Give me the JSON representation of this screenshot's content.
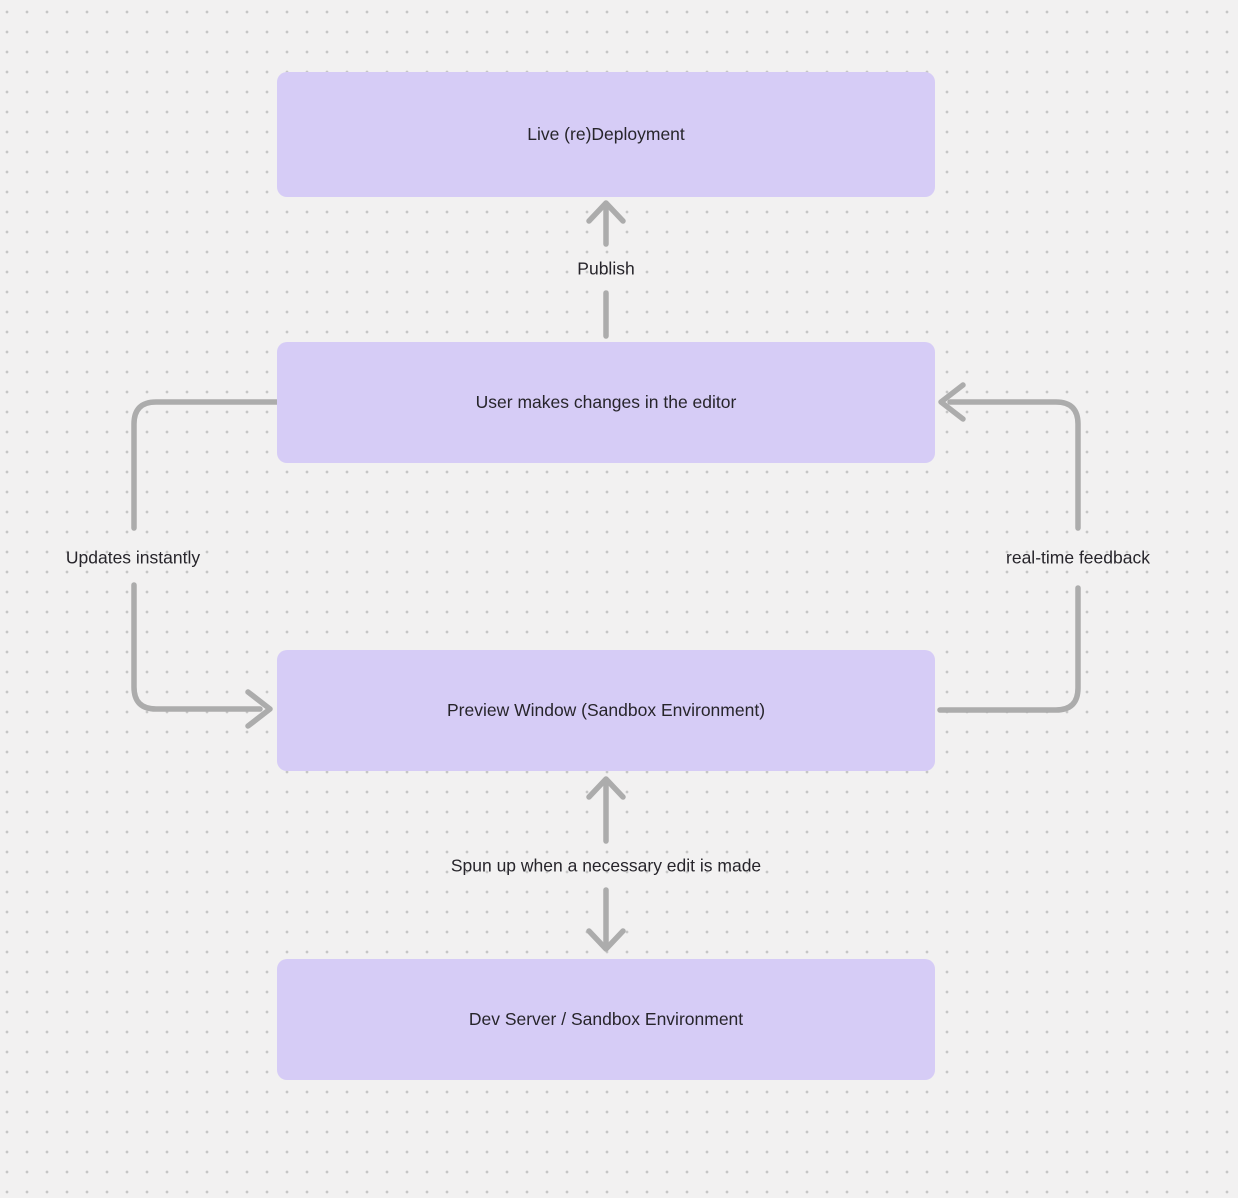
{
  "diagram": {
    "nodes": [
      {
        "id": "live-redeployment",
        "label": "Live (re)Deployment"
      },
      {
        "id": "user-edits",
        "label": "User makes changes in the editor"
      },
      {
        "id": "preview-window",
        "label": "Preview Window (Sandbox Environment)"
      },
      {
        "id": "dev-server",
        "label": "Dev Server / Sandbox Environment"
      }
    ],
    "edges": [
      {
        "label": "Publish",
        "from": "user-edits",
        "to": "live-redeployment",
        "direction": "up"
      },
      {
        "label": "Updates instantly",
        "from": "user-edits",
        "to": "preview-window",
        "side": "left",
        "direction": "down"
      },
      {
        "label": "real-time feedback",
        "from": "preview-window",
        "to": "user-edits",
        "side": "right",
        "direction": "up"
      },
      {
        "label": "Spun up when a necessary edit is made",
        "from": "dev-server",
        "to": "preview-window",
        "direction": "both"
      }
    ],
    "colors": {
      "background": "#F2F1F1",
      "dot": "#C6C6C6",
      "node_fill": "#D6CCF6",
      "arrow": "#ACACAC",
      "text": "#27252B"
    }
  }
}
